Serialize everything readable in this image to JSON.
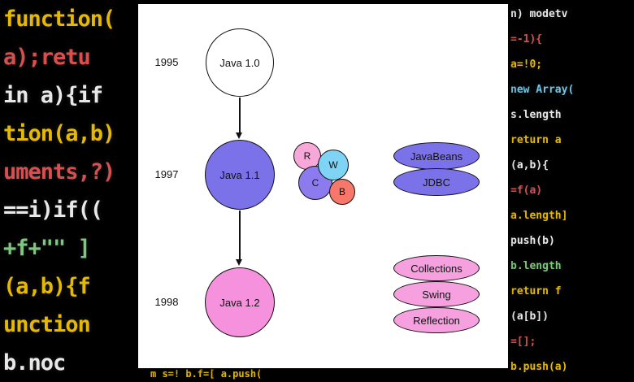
{
  "background": {
    "left_code": [
      {
        "text": "function(",
        "color": "#e6b800"
      },
      {
        "text": "a);retu",
        "color": "#d94f4f"
      },
      {
        "text": "in a){if",
        "color": "#e8e8e8"
      },
      {
        "text": "tion(a,b)",
        "color": "#e6b800"
      },
      {
        "text": "uments,?)",
        "color": "#d94f4f"
      },
      {
        "text": "==i)if((",
        "color": "#e8e8e8"
      },
      {
        "text": "+f+\"\" ]",
        "color": "#7ec87e"
      },
      {
        "text": "(a,b){f",
        "color": "#e6b800"
      },
      {
        "text": "unction",
        "color": "#e6b800"
      },
      {
        "text": "b.noc",
        "color": "#e8e8e8"
      }
    ],
    "right_code": [
      {
        "text": "n) modetv",
        "color": "#e8e8e8"
      },
      {
        "text": "=-1){",
        "color": "#d94f4f"
      },
      {
        "text": "a=!0;",
        "color": "#e6b800"
      },
      {
        "text": "new Array(",
        "color": "#6ec6e6"
      },
      {
        "text": "s.length",
        "color": "#e8e8e8"
      },
      {
        "text": "return a",
        "color": "#e6b800"
      },
      {
        "text": "(a,b){",
        "color": "#e8e8e8"
      },
      {
        "text": "=f(a)",
        "color": "#d94f4f"
      },
      {
        "text": "a.length]",
        "color": "#e6b800"
      },
      {
        "text": "push(b)",
        "color": "#e8e8e8"
      },
      {
        "text": "b.length",
        "color": "#7ec87e"
      },
      {
        "text": "return f",
        "color": "#e6b800"
      },
      {
        "text": "(a[b])",
        "color": "#e8e8e8"
      },
      {
        "text": "=[];",
        "color": "#d94f4f"
      },
      {
        "text": "b.push(a)",
        "color": "#e6b800"
      }
    ],
    "bottom_code": {
      "text": "m s=! b.f=[ a.push(",
      "color": "#e6b800"
    }
  },
  "diagram": {
    "rows": [
      {
        "year": "1995",
        "label": "Java 1.0",
        "fill": "#ffffff"
      },
      {
        "year": "1997",
        "label": "Java 1.1",
        "fill": "#7b72e9"
      },
      {
        "year": "1998",
        "label": "Java 1.2",
        "fill": "#f591dd"
      }
    ],
    "cluster": [
      {
        "label": "R",
        "fill": "#f7a8d8"
      },
      {
        "label": "W",
        "fill": "#7fd4f5"
      },
      {
        "label": "C",
        "fill": "#8c7bee"
      },
      {
        "label": "B",
        "fill": "#f7786b"
      }
    ],
    "purple_group": [
      {
        "label": "JavaBeans",
        "fill": "#7b72e9"
      },
      {
        "label": "JDBC",
        "fill": "#7b72e9"
      }
    ],
    "pink_group": [
      {
        "label": "Collections",
        "fill": "#f7a0e0"
      },
      {
        "label": "Swing",
        "fill": "#f7a0e0"
      },
      {
        "label": "Reflection",
        "fill": "#f7a0e0"
      }
    ]
  }
}
